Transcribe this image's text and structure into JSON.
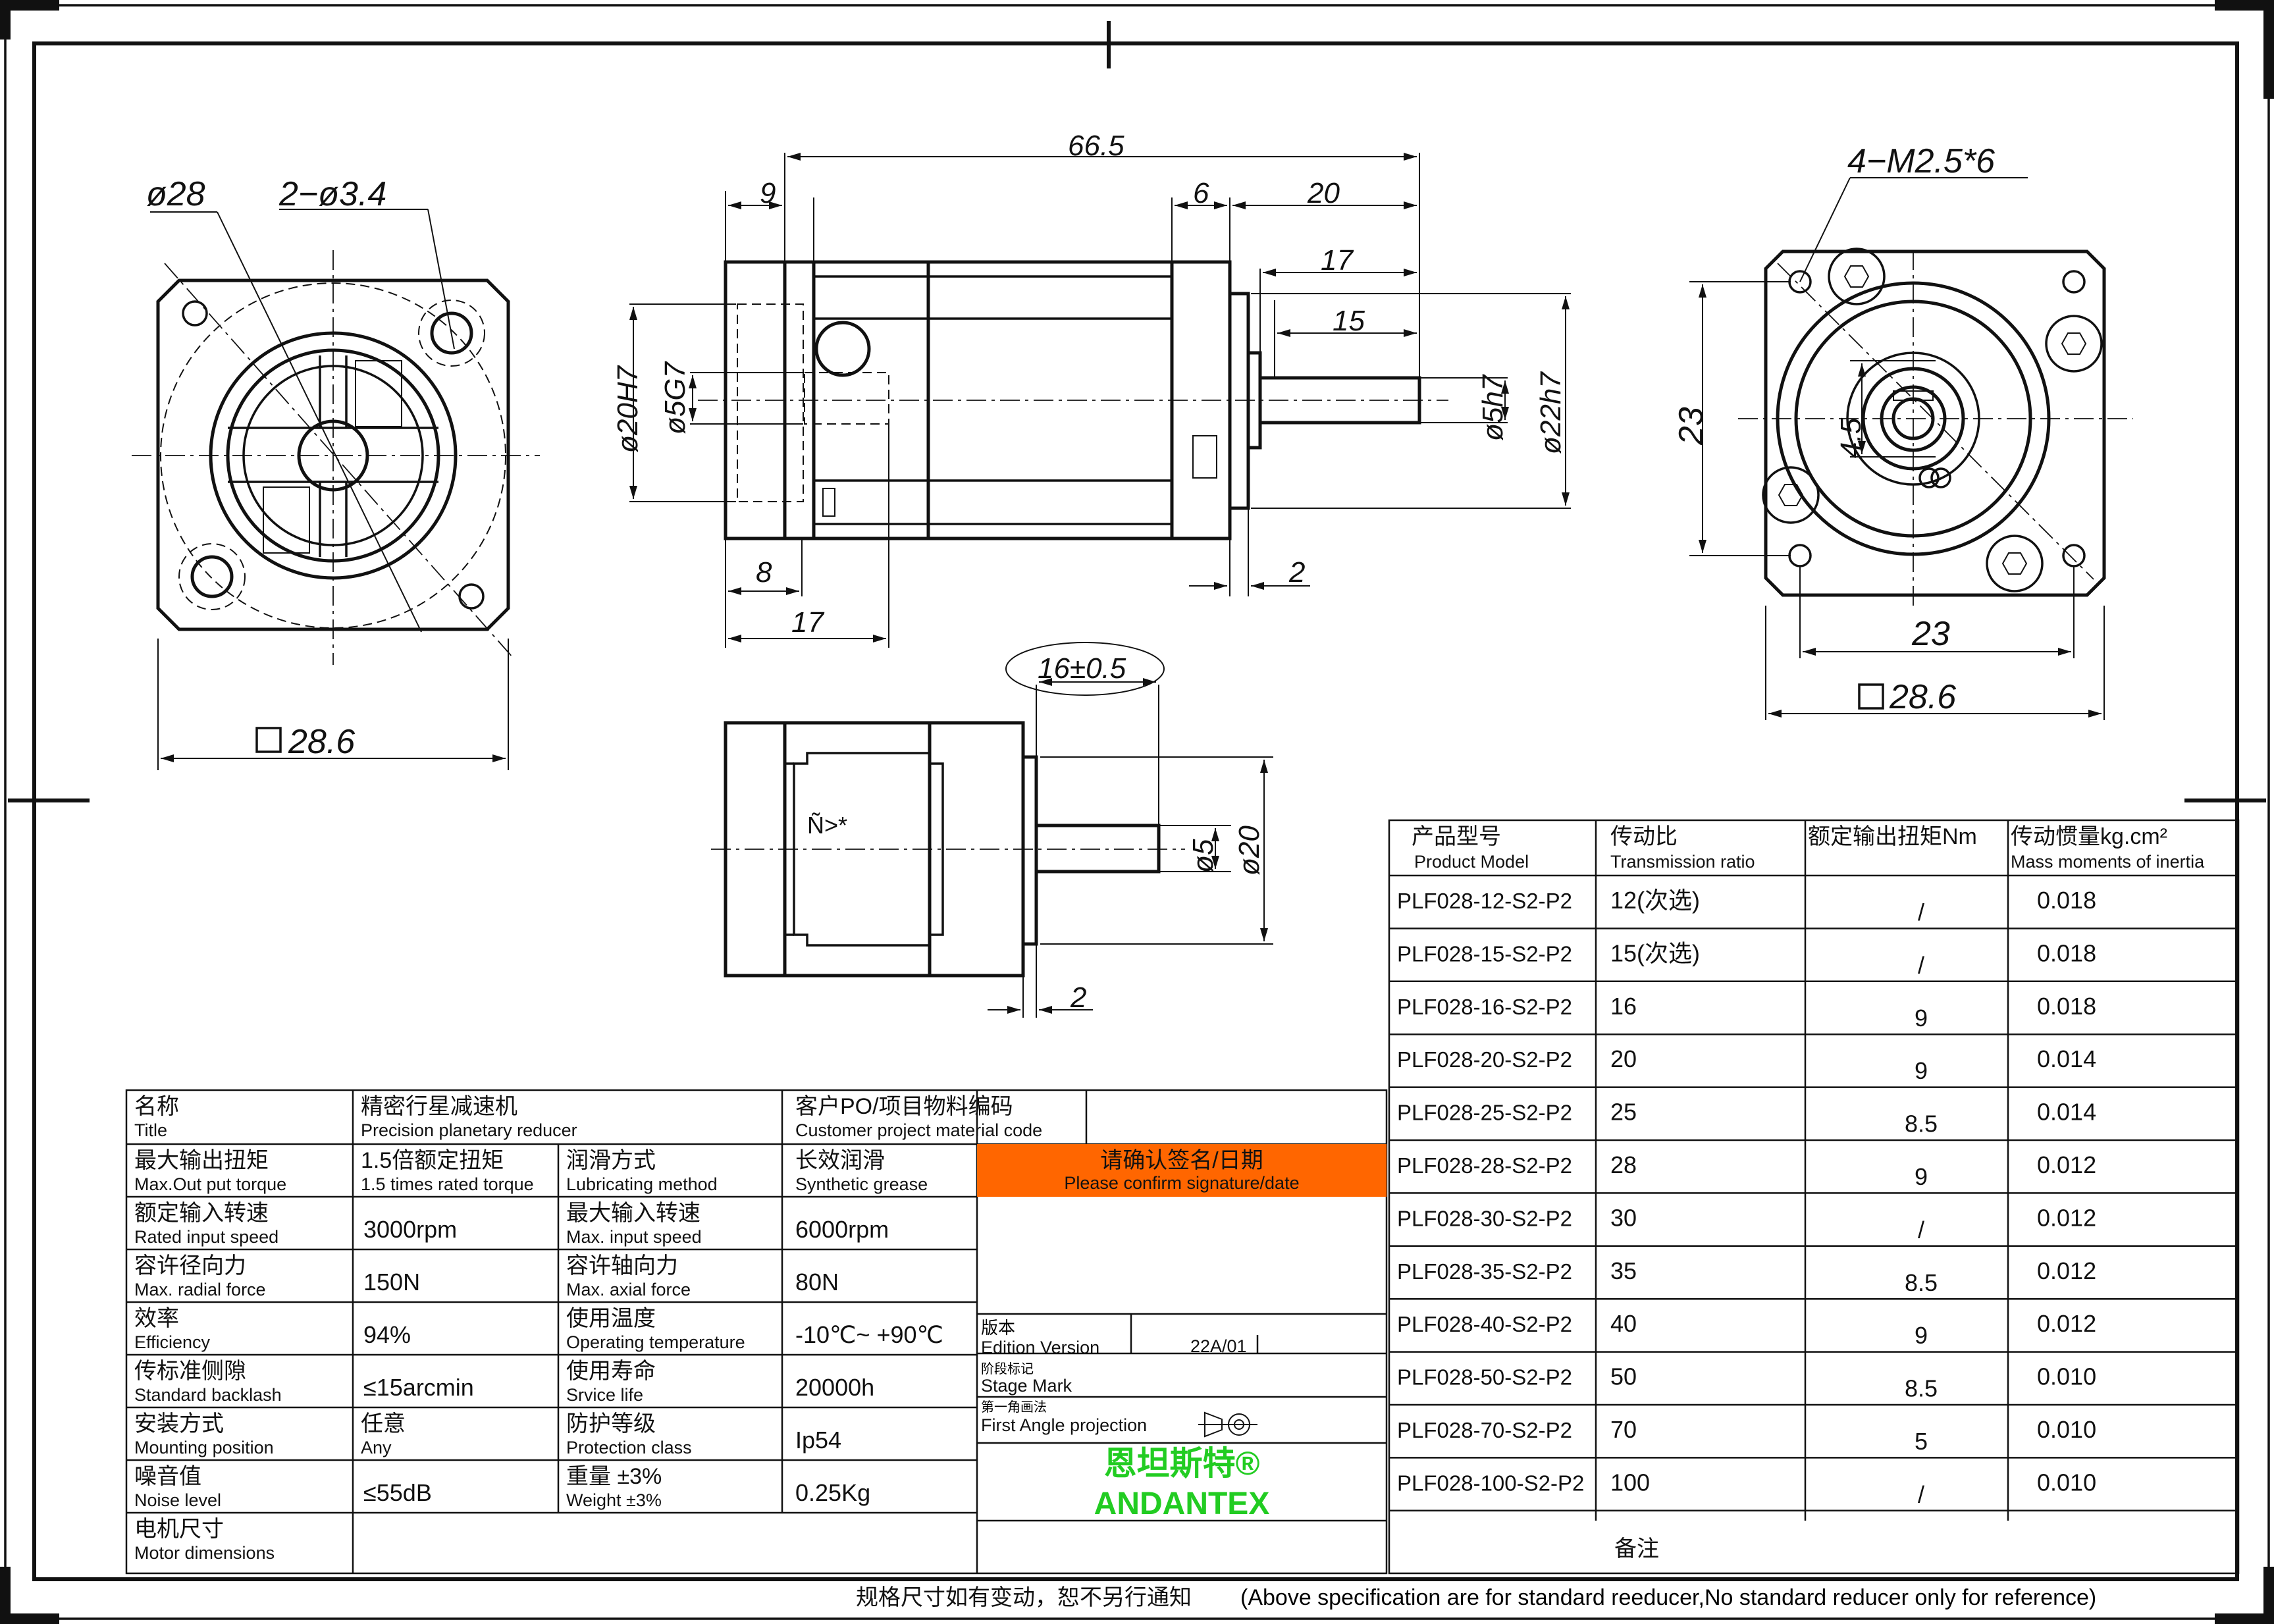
{
  "drawing": {
    "dims": {
      "left_bore": "ø28",
      "left_holes": "2−ø3.4",
      "left_square": "28.6",
      "total_length": "66.5",
      "d9": "9",
      "d6": "6",
      "d20": "20",
      "d17a": "17",
      "d15": "15",
      "d8": "8",
      "d17b": "17",
      "d2a": "2",
      "dia20h7": "ø20H7",
      "dia5g7": "ø5G7",
      "dia5h7": "ø5h7",
      "dia22h7": "ø22h7",
      "right_thread": "4−M2.5*6",
      "right_23v": "23",
      "right_45": "4.5",
      "right_23h": "23",
      "right_square": "28.6",
      "bottom_16": "16±0.5",
      "bottom_dia5": "ø5",
      "bottom_dia20": "ø20",
      "bottom_2": "2",
      "bottom_garbled": "Ñ>*"
    }
  },
  "spec": {
    "rows": [
      {
        "l_cn": "名称",
        "l_en": "Title",
        "l_val": "精密行星减速机",
        "l_val2": "Precision planetary reducer",
        "r_cn": "客户PO/项目物料编码",
        "r_en": "Customer project material code",
        "r_val": ""
      },
      {
        "l_cn": "最大输出扭矩",
        "l_en": "Max.Out put torque",
        "l_val": "1.5倍额定扭矩",
        "l_val2": "1.5 times rated torque",
        "r_cn": "润滑方式",
        "r_en": "Lubricating method",
        "r_val": "长效润滑",
        "r_val2": "Synthetic grease"
      },
      {
        "l_cn": "额定输入转速",
        "l_en": "Rated input speed",
        "l_val": "3000rpm",
        "r_cn": "最大输入转速",
        "r_en": "Max. input speed",
        "r_val": "6000rpm"
      },
      {
        "l_cn": "容许径向力",
        "l_en": "Max. radial force",
        "l_val": "150N",
        "r_cn": "容许轴向力",
        "r_en": "Max. axial force",
        "r_val": "80N"
      },
      {
        "l_cn": "效率",
        "l_en": "Efficiency",
        "l_val": "94%",
        "r_cn": "使用温度",
        "r_en": "Operating temperature",
        "r_val": "-10℃~ +90℃"
      },
      {
        "l_cn": "传标准侧隙",
        "l_en": "Standard backlash",
        "l_val": "≤15arcmin",
        "r_cn": "使用寿命",
        "r_en": "Srvice life",
        "r_val": "20000h"
      },
      {
        "l_cn": "安装方式",
        "l_en": "Mounting position",
        "l_val": "任意",
        "l_val2": "Any",
        "r_cn": "防护等级",
        "r_en": "Protection class",
        "r_val": "Ip54"
      },
      {
        "l_cn": "噪音值",
        "l_en": "Noise level",
        "l_val": "≤55dB",
        "r_cn": "重量 ±3%",
        "r_en": "Weight ±3%",
        "r_val": "0.25Kg"
      },
      {
        "l_cn": "电机尺寸",
        "l_en": "Motor dimensions",
        "l_val": "",
        "r_cn": "",
        "r_en": "",
        "r_val": ""
      }
    ],
    "confirm_cn": "请确认签名/日期",
    "confirm_en": "Please confirm signature/date",
    "edition_cn": "版本",
    "edition_en": "Edition Version",
    "edition_val": "22A/01",
    "stage_cn": "阶段标记",
    "stage_en": "Stage Mark",
    "proj_cn": "第一角画法",
    "proj_en": "First Angle projection",
    "brand_cn": "恩坦斯特®",
    "brand_en": "ANDANTEX",
    "brand_color": "#22cc22",
    "confirm_color": "#ff6600"
  },
  "models": {
    "header": {
      "c1_cn": "产品型号",
      "c1_en": "Product Model",
      "c2_cn": "传动比",
      "c2_en": "Transmission ratio",
      "c3_cn": "额定输出扭矩Nm",
      "c4_cn": "传动惯量kg.cm²",
      "c4_en": "Mass moments of inertia"
    },
    "rows": [
      {
        "model": "PLF028-12-S2-P2",
        "ratio": "12(次选)",
        "torque": "/",
        "inertia": "0.018"
      },
      {
        "model": "PLF028-15-S2-P2",
        "ratio": "15(次选)",
        "torque": "/",
        "inertia": "0.018"
      },
      {
        "model": "PLF028-16-S2-P2",
        "ratio": "16",
        "torque": "9",
        "inertia": "0.018"
      },
      {
        "model": "PLF028-20-S2-P2",
        "ratio": "20",
        "torque": "9",
        "inertia": "0.014"
      },
      {
        "model": "PLF028-25-S2-P2",
        "ratio": "25",
        "torque": "8.5",
        "inertia": "0.014"
      },
      {
        "model": "PLF028-28-S2-P2",
        "ratio": "28",
        "torque": "9",
        "inertia": "0.012"
      },
      {
        "model": "PLF028-30-S2-P2",
        "ratio": "30",
        "torque": "/",
        "inertia": "0.012"
      },
      {
        "model": "PLF028-35-S2-P2",
        "ratio": "35",
        "torque": "8.5",
        "inertia": "0.012"
      },
      {
        "model": "PLF028-40-S2-P2",
        "ratio": "40",
        "torque": "9",
        "inertia": "0.012"
      },
      {
        "model": "PLF028-50-S2-P2",
        "ratio": "50",
        "torque": "8.5",
        "inertia": "0.010"
      },
      {
        "model": "PLF028-70-S2-P2",
        "ratio": "70",
        "torque": "5",
        "inertia": "0.010"
      },
      {
        "model": "PLF028-100-S2-P2",
        "ratio": "100",
        "torque": "/",
        "inertia": "0.010"
      }
    ],
    "remark": "备注"
  },
  "footer": {
    "cn": "规格尺寸如有变动，恕不另行通知",
    "en": "(Above specification are for standard reeducer,No standard reducer only for reference)"
  }
}
